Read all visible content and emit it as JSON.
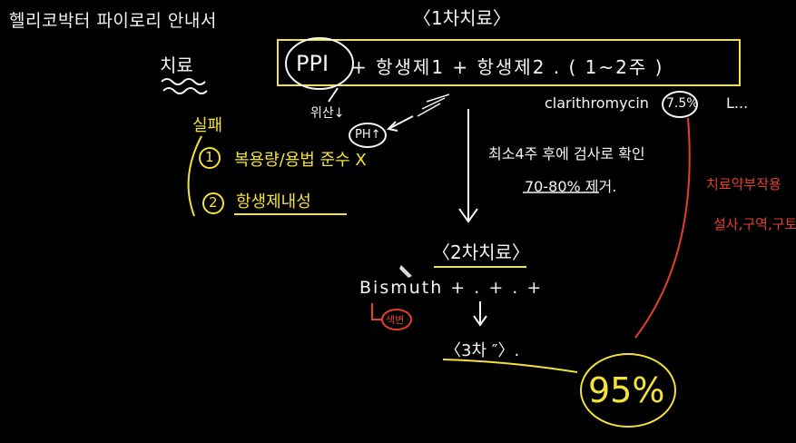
{
  "header": {
    "title": "헬리코박터 파이로리 안내서"
  },
  "first_treatment": {
    "heading": "〈1차치료〉",
    "label": "치료",
    "ppi": "PPI",
    "formula": "+ 항생제1 + 항생제2 . ( 1~2주 )",
    "clarithromycin": "clarithromycin",
    "percent": "7.5%",
    "trailing": "L..."
  },
  "notes": {
    "acid": "위산↓",
    "ph": "PH↑",
    "check": "최소4주 후에 검사로 확인",
    "eradication": "70-80% 제거."
  },
  "failure": {
    "heading": "실패",
    "item1_num": "1",
    "item1_text": "복용량/용법 준수 X",
    "item2_num": "2",
    "item2_text": "항생제내성"
  },
  "second_treatment": {
    "heading": "〈2차치료〉",
    "formula": "Bismuth + . + . +",
    "note": "색변"
  },
  "third_treatment": {
    "heading": "〈3차 ″〉.",
    "percent": "95%"
  },
  "side_notes": {
    "line1": "치료약부작용",
    "line2": "설사,구역,구토"
  },
  "colors": {
    "background": "#000000",
    "white_ink": "#f4f4f4",
    "yellow_ink": "#f3e23a",
    "red_ink": "#e2412c"
  }
}
